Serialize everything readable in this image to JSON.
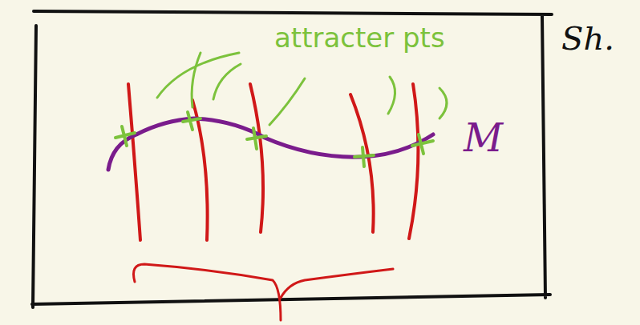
{
  "diagram": {
    "labels": [
      "Sh.",
      "attracter pts",
      "M"
    ]
  }
}
